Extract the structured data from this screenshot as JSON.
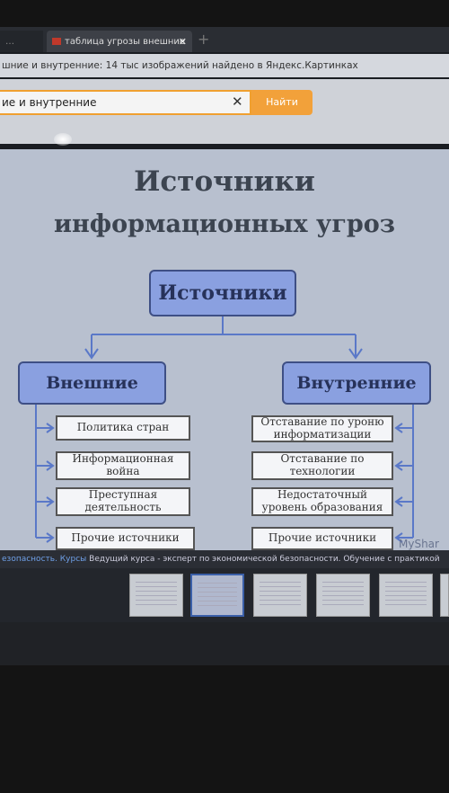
{
  "browser": {
    "tabs": [
      {
        "label": "…",
        "active": false
      },
      {
        "label": "таблица угрозы внешние",
        "active": true
      }
    ],
    "new_tab": "+",
    "page_title": "шние и внутренние: 14 тыс изображений найдено в Яндекс.Картинках",
    "search": {
      "value": "ие и внутренние",
      "clear": "✕",
      "button": "Найти"
    }
  },
  "slide": {
    "title_line1": "Источники",
    "title_line2": "информационных угроз",
    "root": "Источники",
    "external": {
      "label": "Внешние",
      "items": [
        "Политика стран",
        "Информационная война",
        "Преступная деятельность",
        "Прочие источники"
      ]
    },
    "internal": {
      "label": "Внутренние",
      "items": [
        "Отставание по уроню информатизации",
        "Отставание по технологии",
        "Недостаточный уровень образования",
        "Прочие источники"
      ]
    },
    "watermark": "MyShar"
  },
  "results": {
    "caption_link": "езопасность. Курсы",
    "caption_rest": " Ведущий курса - эксперт по экономической безопасности. Обучение с практикой"
  },
  "colors": {
    "accent": "#f2a13a",
    "box_fill": "#8aa0e0",
    "slide_bg": "#b8c0cf"
  }
}
